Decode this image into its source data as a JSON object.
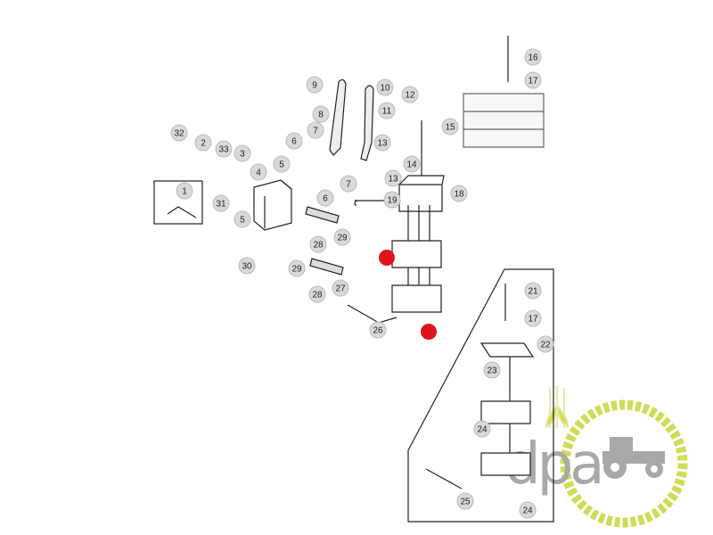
{
  "diagram": {
    "title": "Hydraulic control valve exploded parts diagram",
    "callouts": [
      "1",
      "2",
      "3",
      "4",
      "5",
      "5",
      "6",
      "6",
      "7",
      "7",
      "8",
      "9",
      "10",
      "11",
      "12",
      "13",
      "13",
      "14",
      "15",
      "16",
      "17",
      "17",
      "18",
      "19",
      "21",
      "22",
      "23",
      "24",
      "24",
      "25",
      "26",
      "27",
      "28",
      "28",
      "29",
      "29",
      "30",
      "31",
      "32",
      "33"
    ],
    "highlight_color": "#e0141b",
    "callout_fill": "#d9d9d9"
  },
  "logo": {
    "text": "dpa",
    "ring_color": "#c8d73a",
    "text_color": "#9a9a9a"
  }
}
